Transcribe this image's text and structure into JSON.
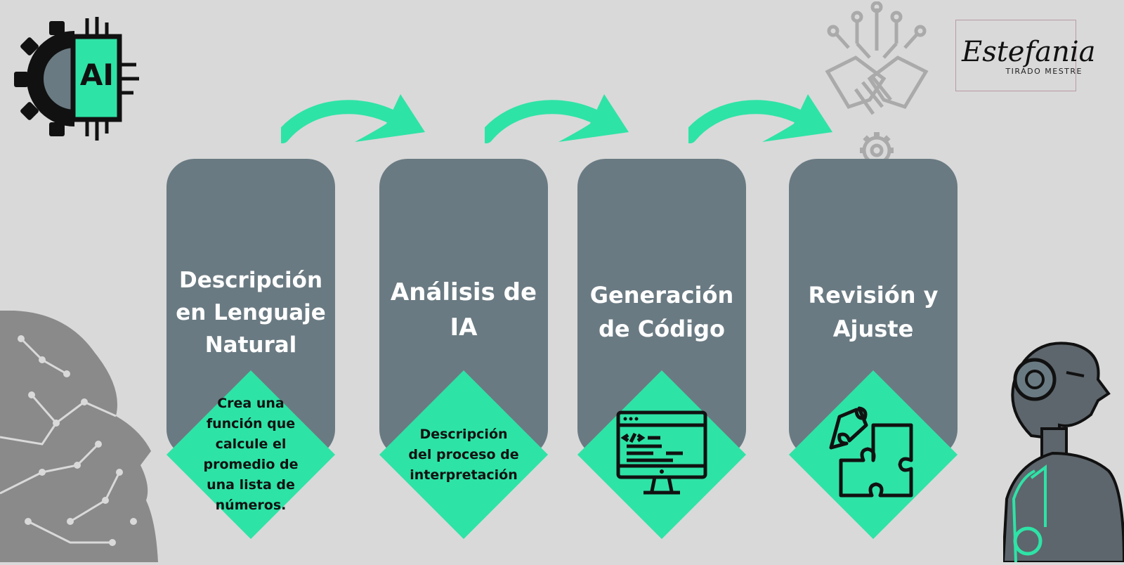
{
  "steps": [
    {
      "title": "Descripción en Lenguaje Natural",
      "detail": "Crea una función que calcule el promedio de una lista de números.",
      "icon": "text"
    },
    {
      "title": "Análisis de IA",
      "detail": "Descripción del proceso de interpretación",
      "icon": "text"
    },
    {
      "title": "Generación de Código",
      "detail": "",
      "icon": "code-monitor-icon"
    },
    {
      "title": "Revisión y Ajuste",
      "detail": "",
      "icon": "puzzle-icon"
    }
  ],
  "logo": {
    "text": "AI"
  },
  "signature": {
    "name": "Estefania",
    "subtitle": "TIRADO MESTRE"
  },
  "colors": {
    "accent": "#2ee3a6",
    "card": "#6a7a82",
    "background": "#d9d9d9",
    "circuit": "#7a7a7a"
  }
}
